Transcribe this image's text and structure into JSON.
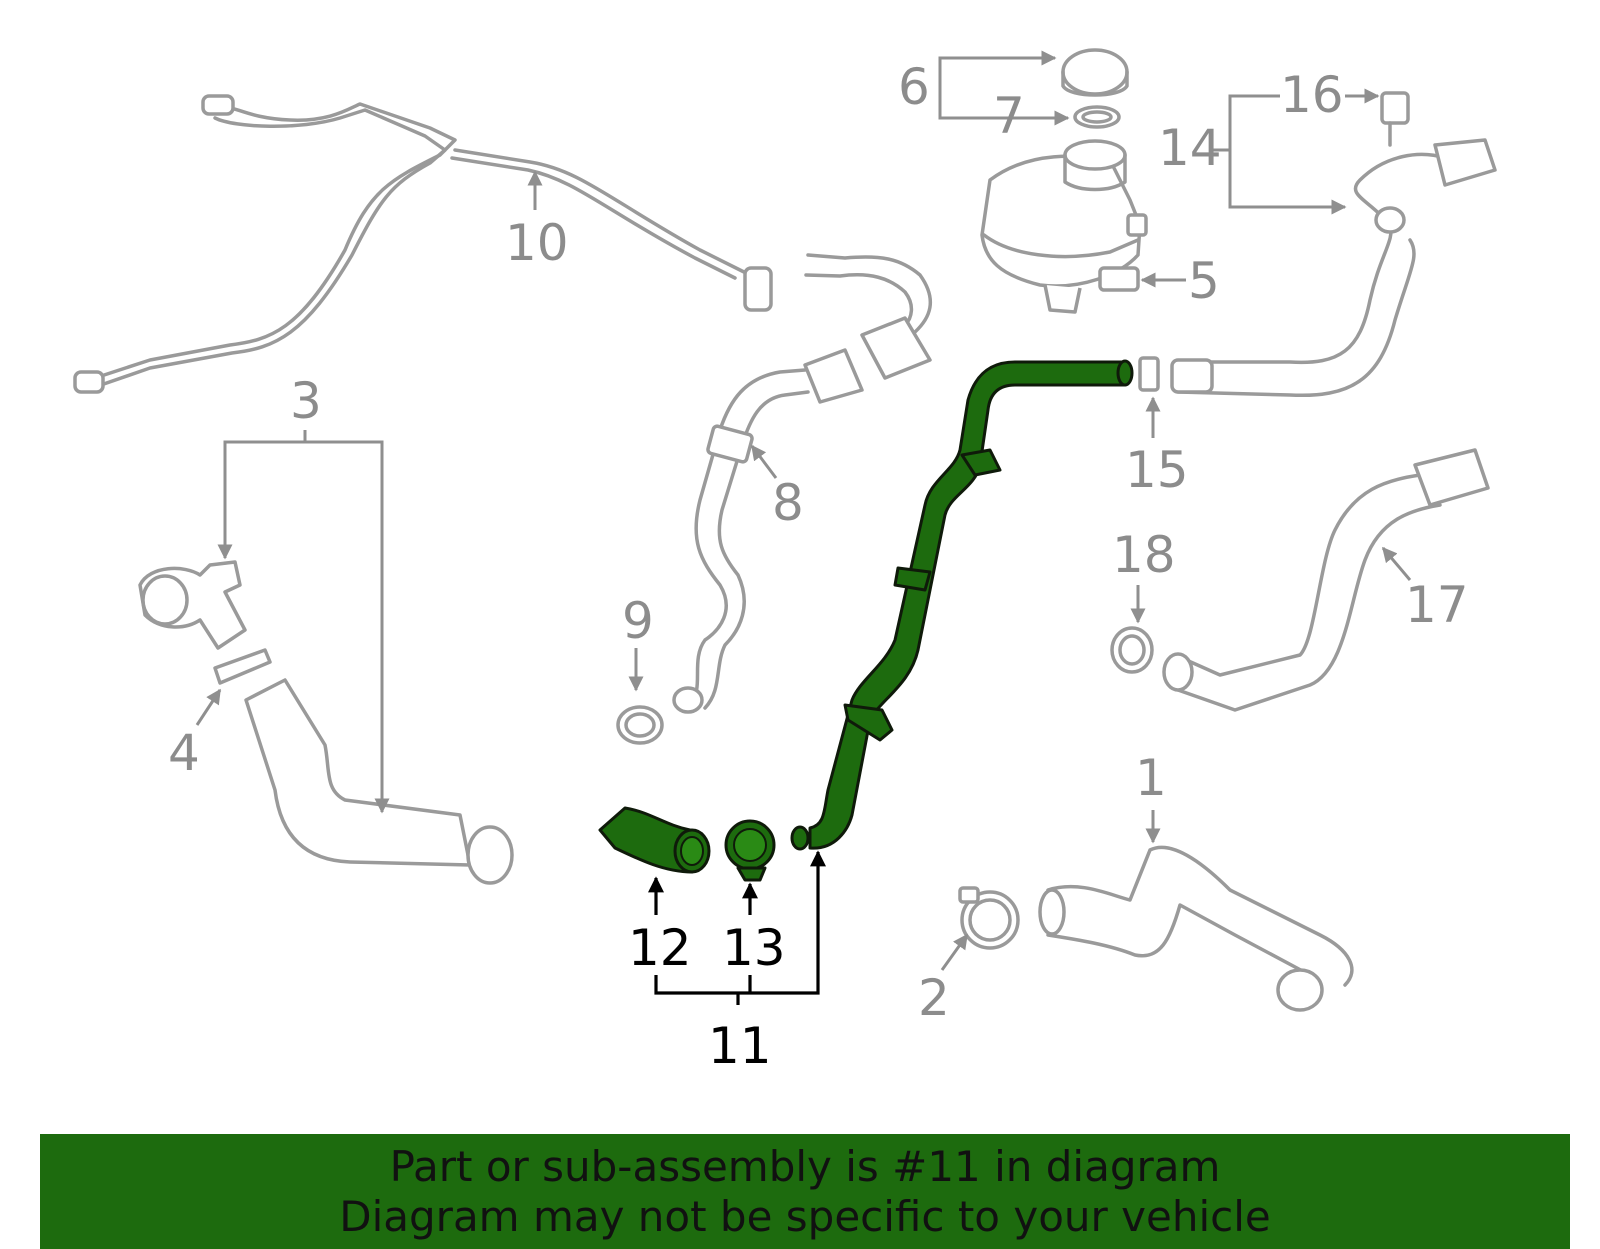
{
  "diagram": {
    "callouts": [
      "1",
      "2",
      "3",
      "4",
      "5",
      "6",
      "7",
      "8",
      "9",
      "10",
      "11",
      "12",
      "13",
      "14",
      "15",
      "16",
      "17",
      "18"
    ],
    "highlighted_part": "11",
    "highlighted_subparts": [
      "12",
      "13"
    ],
    "highlight_color": "#1d6b0e",
    "part_outline_color": "#9a9a9a"
  },
  "banner": {
    "line1": "Part or sub-assembly is #11 in diagram",
    "line2": "Diagram may not be specific to your vehicle",
    "background": "#1d6b0e"
  }
}
